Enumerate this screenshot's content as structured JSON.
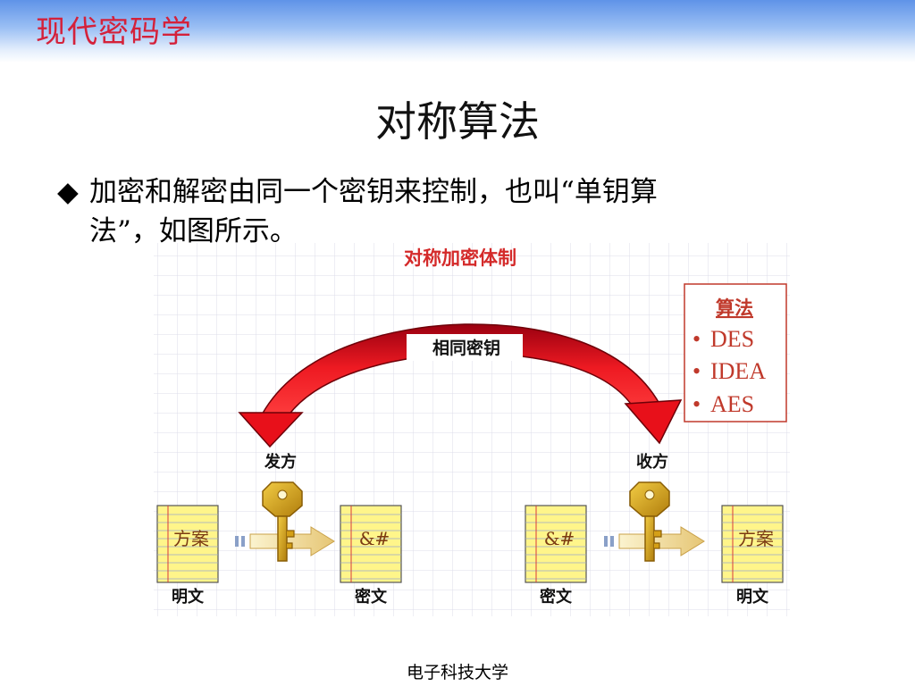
{
  "header": {
    "course_title": "现代密码学"
  },
  "slide": {
    "title": "对称算法",
    "bullet_marker": "◆",
    "bullet_line1": "加密和解密由同一个密钥来控制，也叫“单钥算",
    "bullet_line2": "法”，如图所示。"
  },
  "diagram": {
    "title": "对称加密体制",
    "arrow_label": "相同密钥",
    "sender": "发方",
    "receiver": "收方",
    "algorithm_box": {
      "heading": "算法",
      "items": [
        "DES",
        "IDEA",
        "AES"
      ]
    },
    "docs": [
      {
        "text": "方案",
        "caption": "明文"
      },
      {
        "text": "&#",
        "caption": "密文"
      },
      {
        "text": "&#",
        "caption": "密文"
      },
      {
        "text": "方案",
        "caption": "明文"
      }
    ],
    "colors": {
      "arrow_red": "#e8101a",
      "arrow_dark": "#7a0008",
      "key_gold": "#d4a017",
      "doc_yellow": "#fff58a",
      "title_red": "#d42a2a"
    }
  },
  "footer": {
    "text": "电子科技大学"
  }
}
